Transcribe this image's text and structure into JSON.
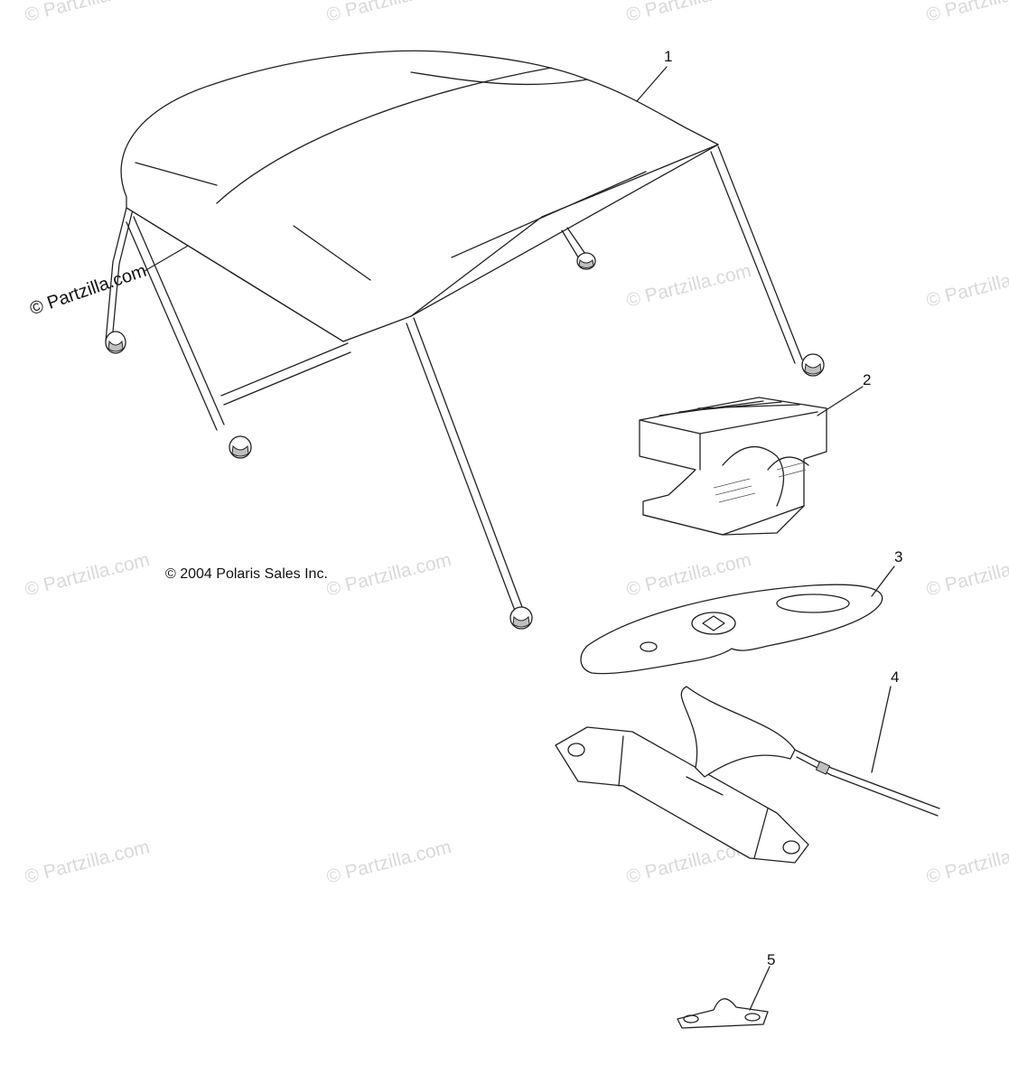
{
  "watermark": "© Partzilla.com",
  "copyright": "© 2004 Polaris Sales Inc.",
  "callouts": [
    "1",
    "2",
    "3",
    "4",
    "5"
  ]
}
